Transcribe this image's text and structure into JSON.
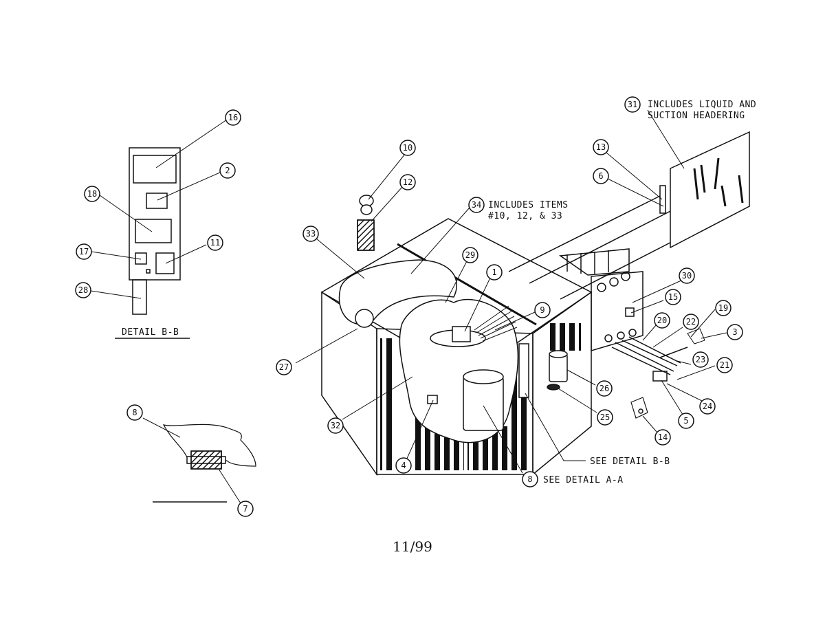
{
  "callouts": {
    "c1": "1",
    "c2": "2",
    "c3": "3",
    "c4": "4",
    "c5": "5",
    "c6": "6",
    "c7": "7",
    "c8a": "8",
    "c8b": "8",
    "c9": "9",
    "c10": "10",
    "c11": "11",
    "c12": "12",
    "c13": "13",
    "c14": "14",
    "c15": "15",
    "c16": "16",
    "c17": "17",
    "c18": "18",
    "c19": "19",
    "c20": "20",
    "c21": "21",
    "c22": "22",
    "c23": "23",
    "c24": "24",
    "c25": "25",
    "c26": "26",
    "c27": "27",
    "c28": "28",
    "c29": "29",
    "c30": "30",
    "c31": "31",
    "c32": "32",
    "c33": "33",
    "c34": "34"
  },
  "notes": {
    "n31_line1": "INCLUDES LIQUID AND",
    "n31_line2": "SUCTION HEADERING",
    "n34_line1": "INCLUDES ITEMS",
    "n34_line2": "#10, 12, & 33",
    "see_detail_bb": "SEE DETAIL B-B",
    "see_detail_aa": "SEE DETAIL A-A",
    "detail_bb_title": "DETAIL B-B",
    "detail_aa_title": "DETAIL A-A"
  },
  "footer": {
    "page": "11/99"
  }
}
